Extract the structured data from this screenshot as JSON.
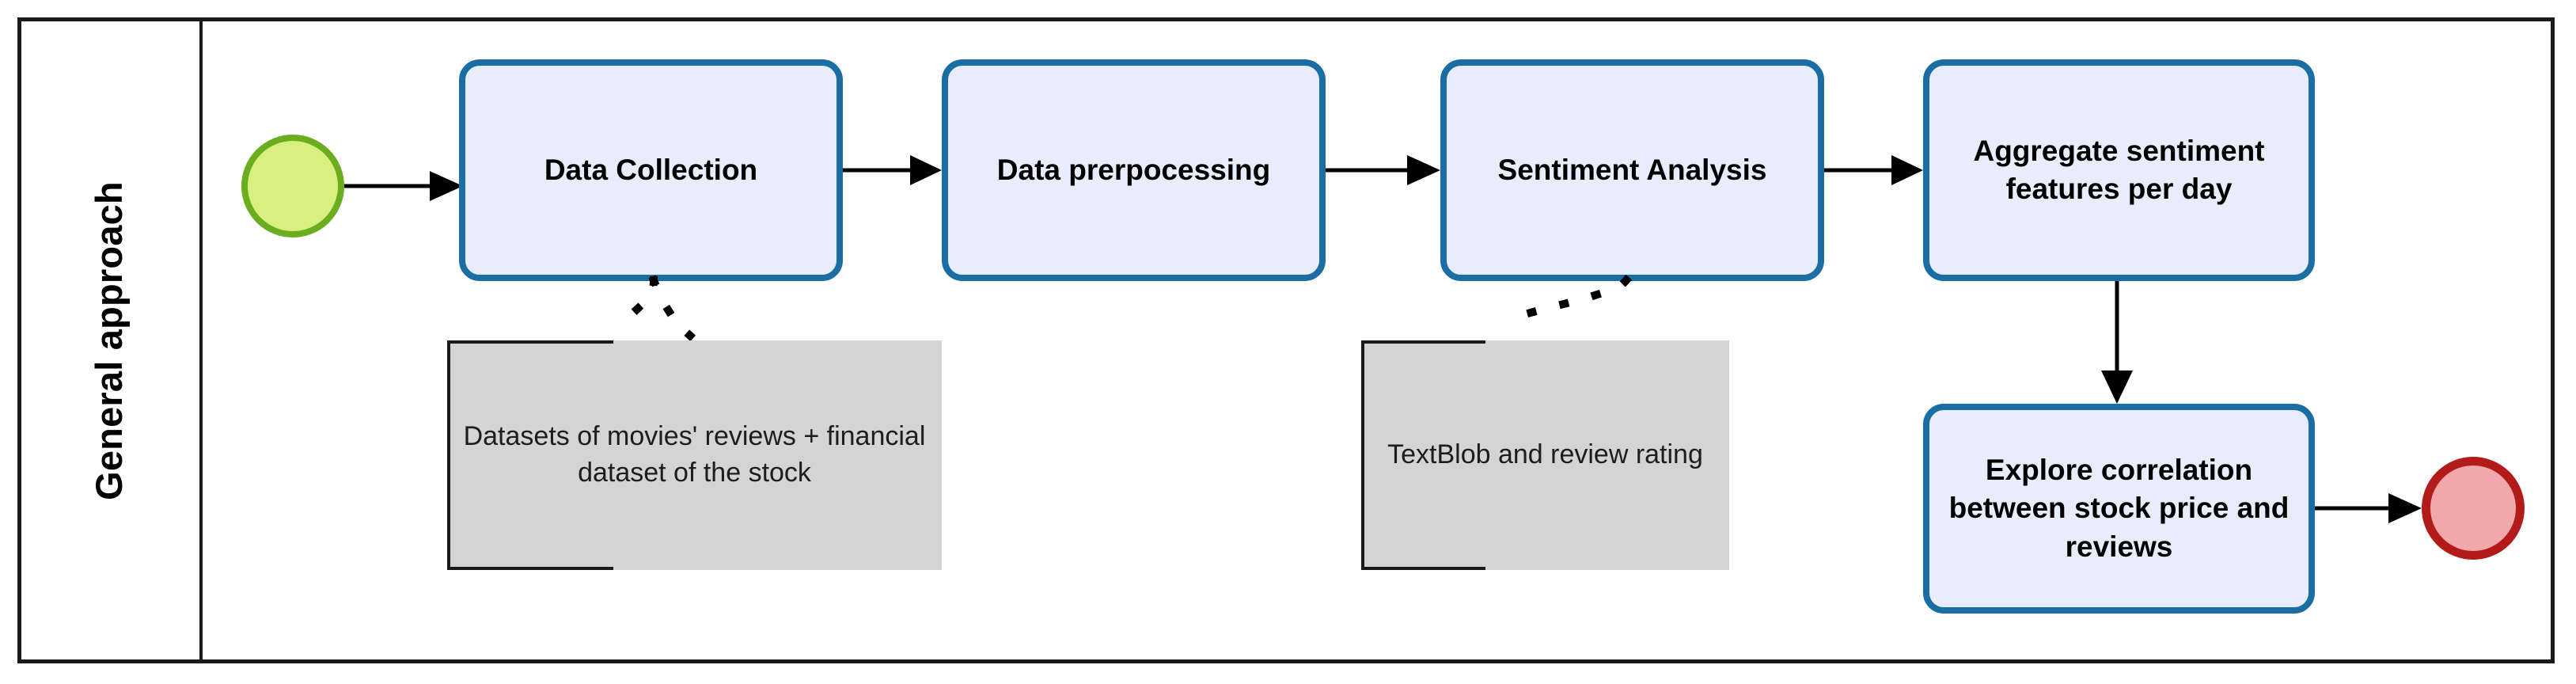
{
  "lane": {
    "title": "General approach"
  },
  "colors": {
    "frame": "#1a1a1a",
    "task_fill": "#e9edfb",
    "task_border": "#1b6ea4",
    "note_fill": "#d4d4d4",
    "note_border": "#1a1a1a",
    "start_fill": "#d9ef7f",
    "start_border": "#6aad1f",
    "end_fill": "#f0a8ab",
    "end_border": "#b31b1b",
    "connector": "#000000"
  },
  "events": {
    "start": {
      "name": "start-event"
    },
    "end": {
      "name": "end-event"
    }
  },
  "tasks": [
    {
      "id": "data-collection",
      "label": "Data Collection"
    },
    {
      "id": "data-preprocessing",
      "label": "Data prerpocessing"
    },
    {
      "id": "sentiment-analysis",
      "label": "Sentiment Analysis"
    },
    {
      "id": "aggregate-sentiment",
      "label": "Aggregate sentiment features per day"
    },
    {
      "id": "explore-correlation",
      "label": "Explore correlation between stock price and reviews"
    }
  ],
  "notes": [
    {
      "id": "datasets-note",
      "text": "Datasets of movies' reviews + financial dataset of the stock"
    },
    {
      "id": "textblob-note",
      "text": "TextBlob and review rating"
    }
  ],
  "flows": [
    {
      "id": "flow-start-to-collection",
      "from": "start-event",
      "to": "data-collection"
    },
    {
      "id": "flow-collection-to-preproc",
      "from": "data-collection",
      "to": "data-preprocessing"
    },
    {
      "id": "flow-preproc-to-sentiment",
      "from": "data-preprocessing",
      "to": "sentiment-analysis"
    },
    {
      "id": "flow-sentiment-to-aggregate",
      "from": "sentiment-analysis",
      "to": "aggregate-sentiment"
    },
    {
      "id": "flow-aggregate-to-explore",
      "from": "aggregate-sentiment",
      "to": "explore-correlation"
    },
    {
      "id": "flow-explore-to-end",
      "from": "explore-correlation",
      "to": "end-event"
    }
  ],
  "associations": [
    {
      "id": "assoc-collection-note",
      "from": "data-collection",
      "to": "datasets-note"
    },
    {
      "id": "assoc-sentiment-note",
      "from": "sentiment-analysis",
      "to": "textblob-note"
    }
  ]
}
